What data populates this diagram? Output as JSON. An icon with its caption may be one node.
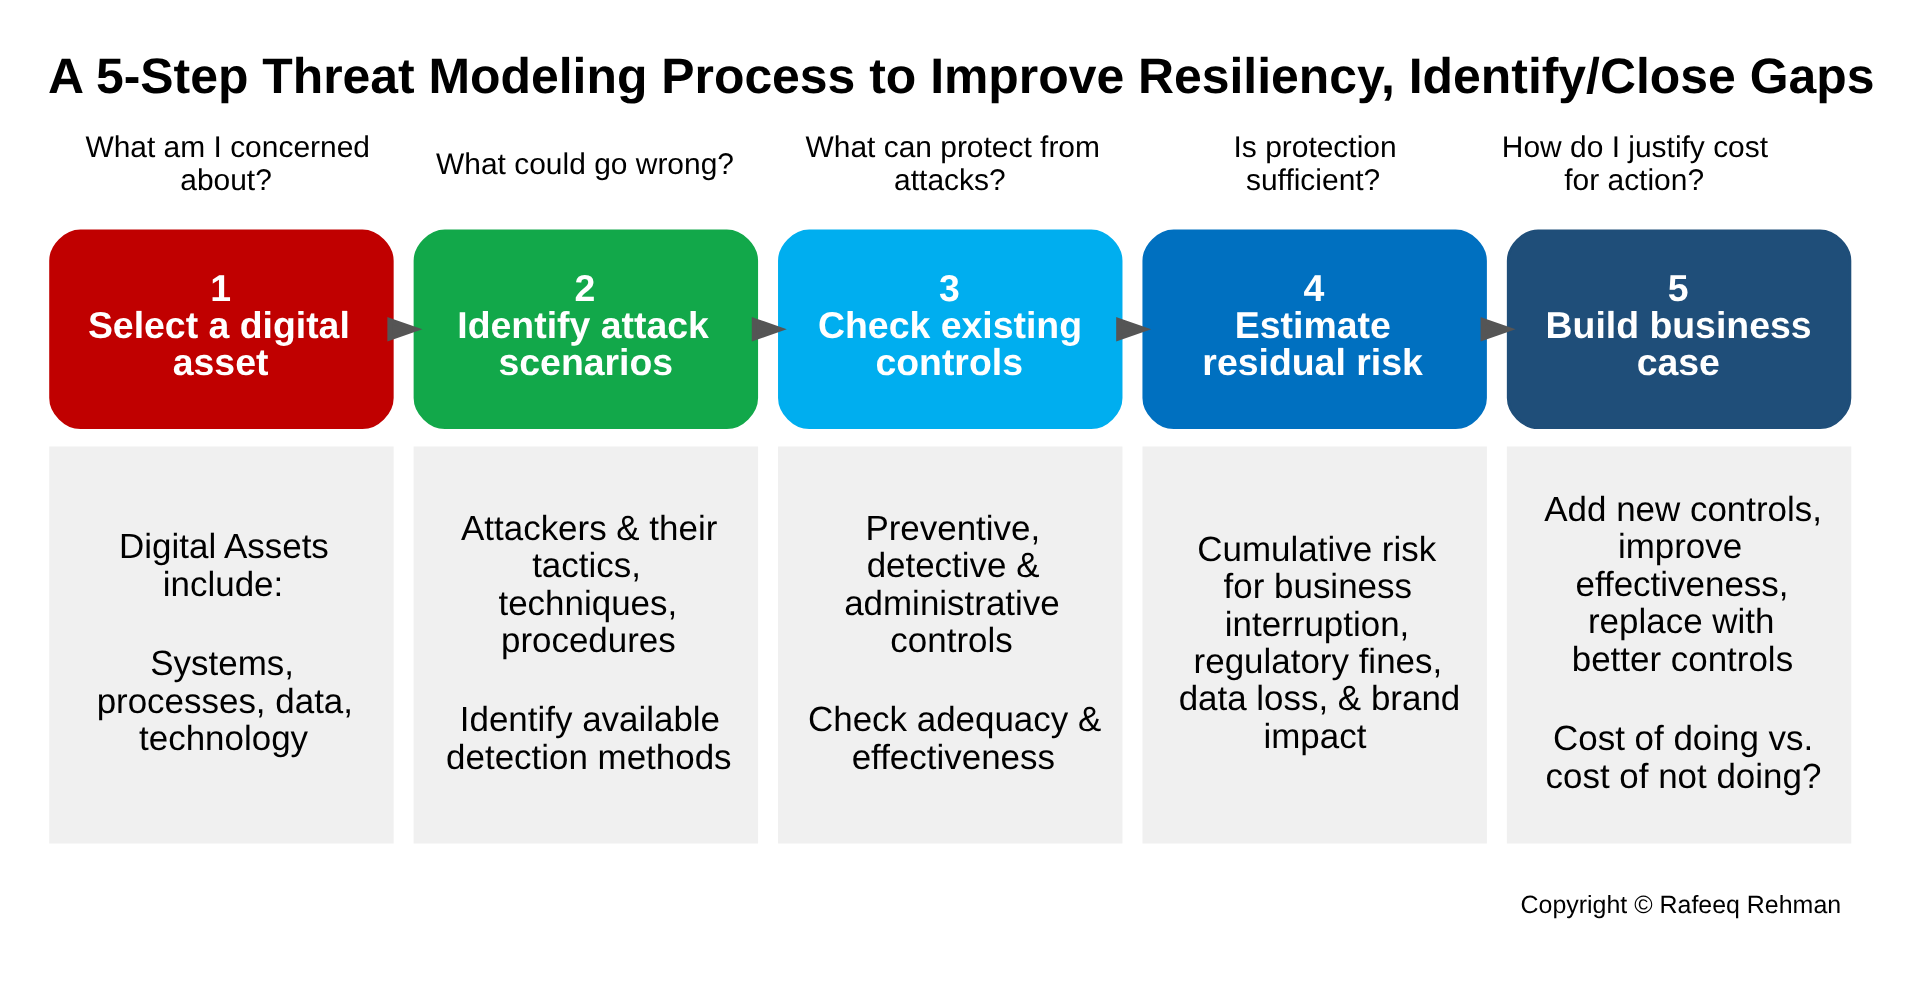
{
  "diagram": {
    "title": "A 5-Step Threat Modeling Process to Improve Resiliency, Identify/Close Gaps",
    "nodes": [
      {
        "text": [
          "1",
          "Select a digital asset"
        ],
        "beside": [
          "What am I concerned about?"
        ]
      },
      {
        "text": [
          "2",
          "Identify attack scenarios"
        ],
        "beside": [
          "What could go wrong?"
        ]
      },
      {
        "text": [
          "3",
          "Check existing controls"
        ],
        "beside": [
          "What can protect from attacks?"
        ]
      },
      {
        "text": [
          "4",
          "Estimate residual risk"
        ],
        "beside": [
          "Is protection sufficient?"
        ]
      },
      {
        "text": [
          "5",
          "Build business case"
        ],
        "beside": [
          "How do I justify cost for action?"
        ]
      },
      {
        "text": [
          "Digital Assets include:",
          "Systems, processes, data, technology"
        ]
      },
      {
        "text": [
          "Attackers & their tactics, techniques, procedures",
          "Identify available detection methods"
        ]
      },
      {
        "text": [
          "Preventive, detective & administrative controls",
          "Check adequacy & effectiveness"
        ]
      },
      {
        "text": [
          "Cumulative risk for business interruption, regulatory fines, data loss, & brand impact"
        ]
      },
      {
        "text": [
          "Add new controls, improve effectiveness, replace with better controls",
          "Cost of doing vs. cost of not doing?"
        ]
      }
    ],
    "edges": [
      {
        "from": 0,
        "to": 1,
        "arrow": "to"
      },
      {
        "from": 1,
        "to": 2,
        "arrow": "to"
      },
      {
        "from": 2,
        "to": 3,
        "arrow": "to"
      },
      {
        "from": 3,
        "to": 4,
        "arrow": "to"
      }
    ],
    "labels": [
      "Copyright © Rafeeq Rehman"
    ]
  }
}
